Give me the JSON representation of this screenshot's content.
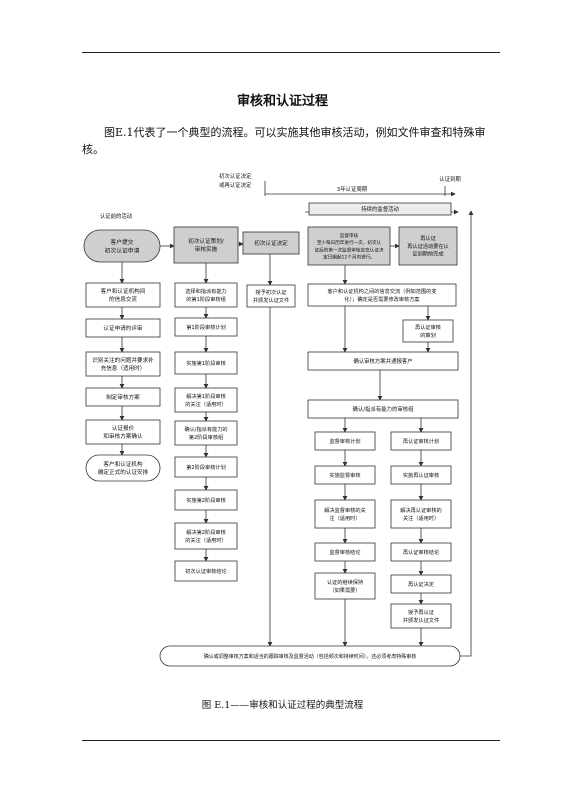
{
  "document": {
    "title": "审核和认证过程",
    "paragraph": "图E.1代表了一个典型的流程。可以实施其他审核活动，例如文件审查和特殊审核。",
    "caption": "图 E.1——审核和认证过程的典型流程"
  },
  "flowchart": {
    "timeline": {
      "start_label_1": "初次认证决定",
      "start_label_2": "或再认证决定",
      "period_label": "3年认证周期",
      "end_label": "认证到期",
      "continuous_label": "持续的监督活动"
    },
    "client_activities_label": "认证前的活动",
    "headers": {
      "client_apply_1": "客户提交",
      "client_apply_2": "初次认证申请",
      "initial_audit_1": "初次认证策划/",
      "initial_audit_2": "审核实施",
      "initial_decision": "初次认证决定",
      "surveillance_title": "监督审核",
      "surveillance_note_1": "至少每日历年进行一次，初次认",
      "surveillance_note_2": "证后的第一次监督审核应在认证决",
      "surveillance_note_3": "定日期起12个月内进行。",
      "recert_1": "再认证",
      "recert_2": "再认证活动要在认",
      "recert_3": "证到期前完成"
    },
    "col1": [
      [
        "客户和认证机构间",
        "的信息交流"
      ],
      [
        "认证申请的评审"
      ],
      [
        "识别关注的问题并要求补",
        "充信息（适用时）"
      ],
      [
        "制定审核方案"
      ],
      [
        "认证报价",
        "和审核方案确认"
      ],
      [
        "客户和认证机构",
        "确定正式的认证安排"
      ]
    ],
    "col2": [
      [
        "选择和指派有能力",
        "的第1阶段审核组"
      ],
      [
        "第1阶段审核计划"
      ],
      [
        "实施第1阶段审核"
      ],
      [
        "解决第1阶段审核",
        "的关注（适用时）"
      ],
      [
        "确认/指派有能力的",
        "第2阶段审核组"
      ],
      [
        "第2阶段审核计划"
      ],
      [
        "实施第2阶段审核"
      ],
      [
        "解决第2阶段审核",
        "的关注（适用时）"
      ],
      [
        "初次认证审核结论"
      ]
    ],
    "col3": [
      "授予初次认证",
      "并颁发认证文件"
    ],
    "wide_info": [
      "客户和认证机构之间的信息交流（例如范围的变",
      "化）；确定是否需要修改审核方案"
    ],
    "recert_planning": [
      "再认证审核",
      "的策划"
    ],
    "confirm_program": "确认审核方案并通报客户",
    "confirm_team": "确认/指派有能力的审核组",
    "col4": [
      [
        "监督审核计划"
      ],
      [
        "实施监督审核"
      ],
      [
        "解决监督审核的关",
        "注（适用时）"
      ],
      [
        "监督审核结论"
      ],
      [
        "认证的继续保持",
        "（如果需要）"
      ]
    ],
    "col5": [
      [
        "再认证审核计划"
      ],
      [
        "实施再认证审核"
      ],
      [
        "解决再认证审核的",
        "关注（适用时）"
      ],
      [
        "再认证审核结论"
      ],
      [
        "再认证决定"
      ],
      [
        "授予再认证",
        "并颁发认证文件"
      ]
    ],
    "bottom": "确认或调整审核方案和适当的跟踪审核及监督活动（包括频次和持续时间）。还必须考虑特殊审核"
  }
}
